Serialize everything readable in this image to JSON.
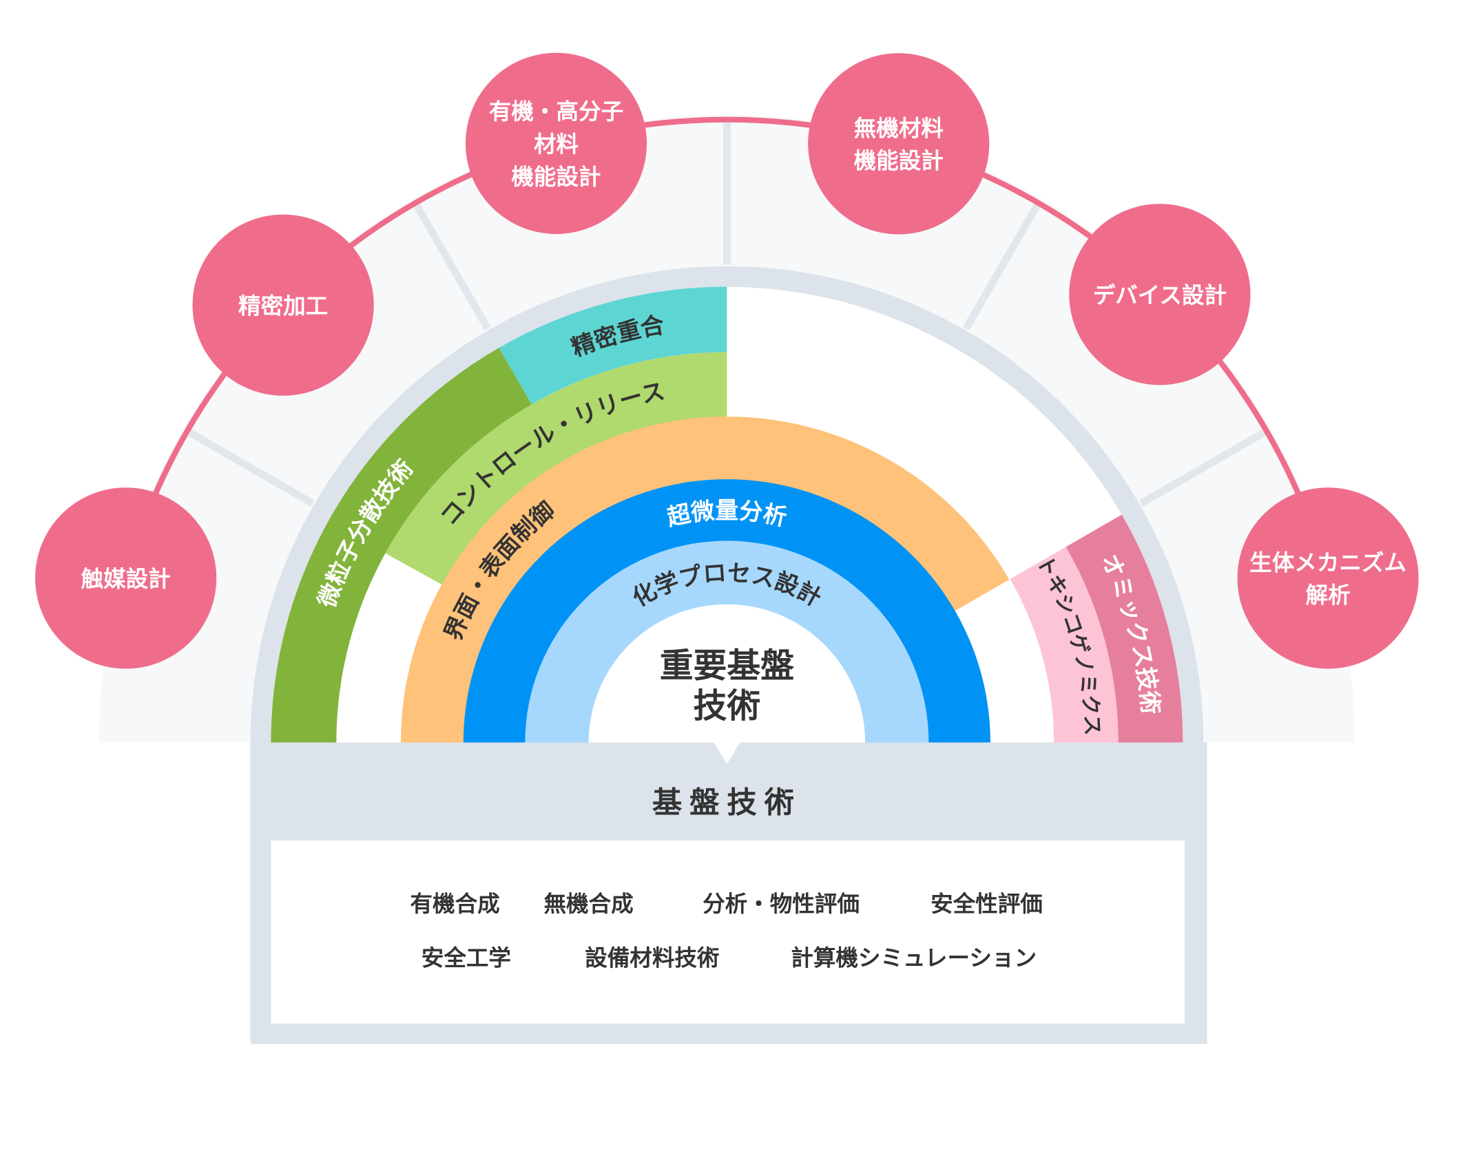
{
  "center_label": [
    "重要基盤",
    "技術"
  ],
  "bands": {
    "biseiryushi": "微粒子分散技術",
    "seimitsu_jugo": "精密重合",
    "control_release": "コントロール・リリース",
    "kaimen": "界面・表面制御",
    "chobiryo": "超微量分析",
    "kagaku_process": "化学プロセス設計",
    "toxico": "トキシコゲノミクス",
    "omics": "オミックス技術"
  },
  "outer_circles": [
    {
      "lines": [
        "触媒設計"
      ]
    },
    {
      "lines": [
        "精密加工"
      ]
    },
    {
      "lines": [
        "有機・高分子",
        "材料",
        "機能設計"
      ]
    },
    {
      "lines": [
        "無機材料",
        "機能設計"
      ]
    },
    {
      "lines": [
        "デバイス設計"
      ]
    },
    {
      "lines": [
        "生体メカニズム",
        "解析"
      ]
    }
  ],
  "base_tech": {
    "title": "基盤技術",
    "items": [
      "有機合成",
      "無機合成",
      "分析・物性評価",
      "安全性評価",
      "安全工学",
      "設備材料技術",
      "計算機シミュレーション"
    ]
  },
  "colors": {
    "circle": "#ef6d8b",
    "green": "#82b33a",
    "cyan": "#5dd5d3",
    "light_green": "#b0d96e",
    "orange": "#fec27a",
    "blue": "#0093f5",
    "light_blue": "#a6d8fd",
    "dark_pink": "#e67f9c",
    "light_pink": "#fcc4d4",
    "gray": "#dce3ea"
  }
}
